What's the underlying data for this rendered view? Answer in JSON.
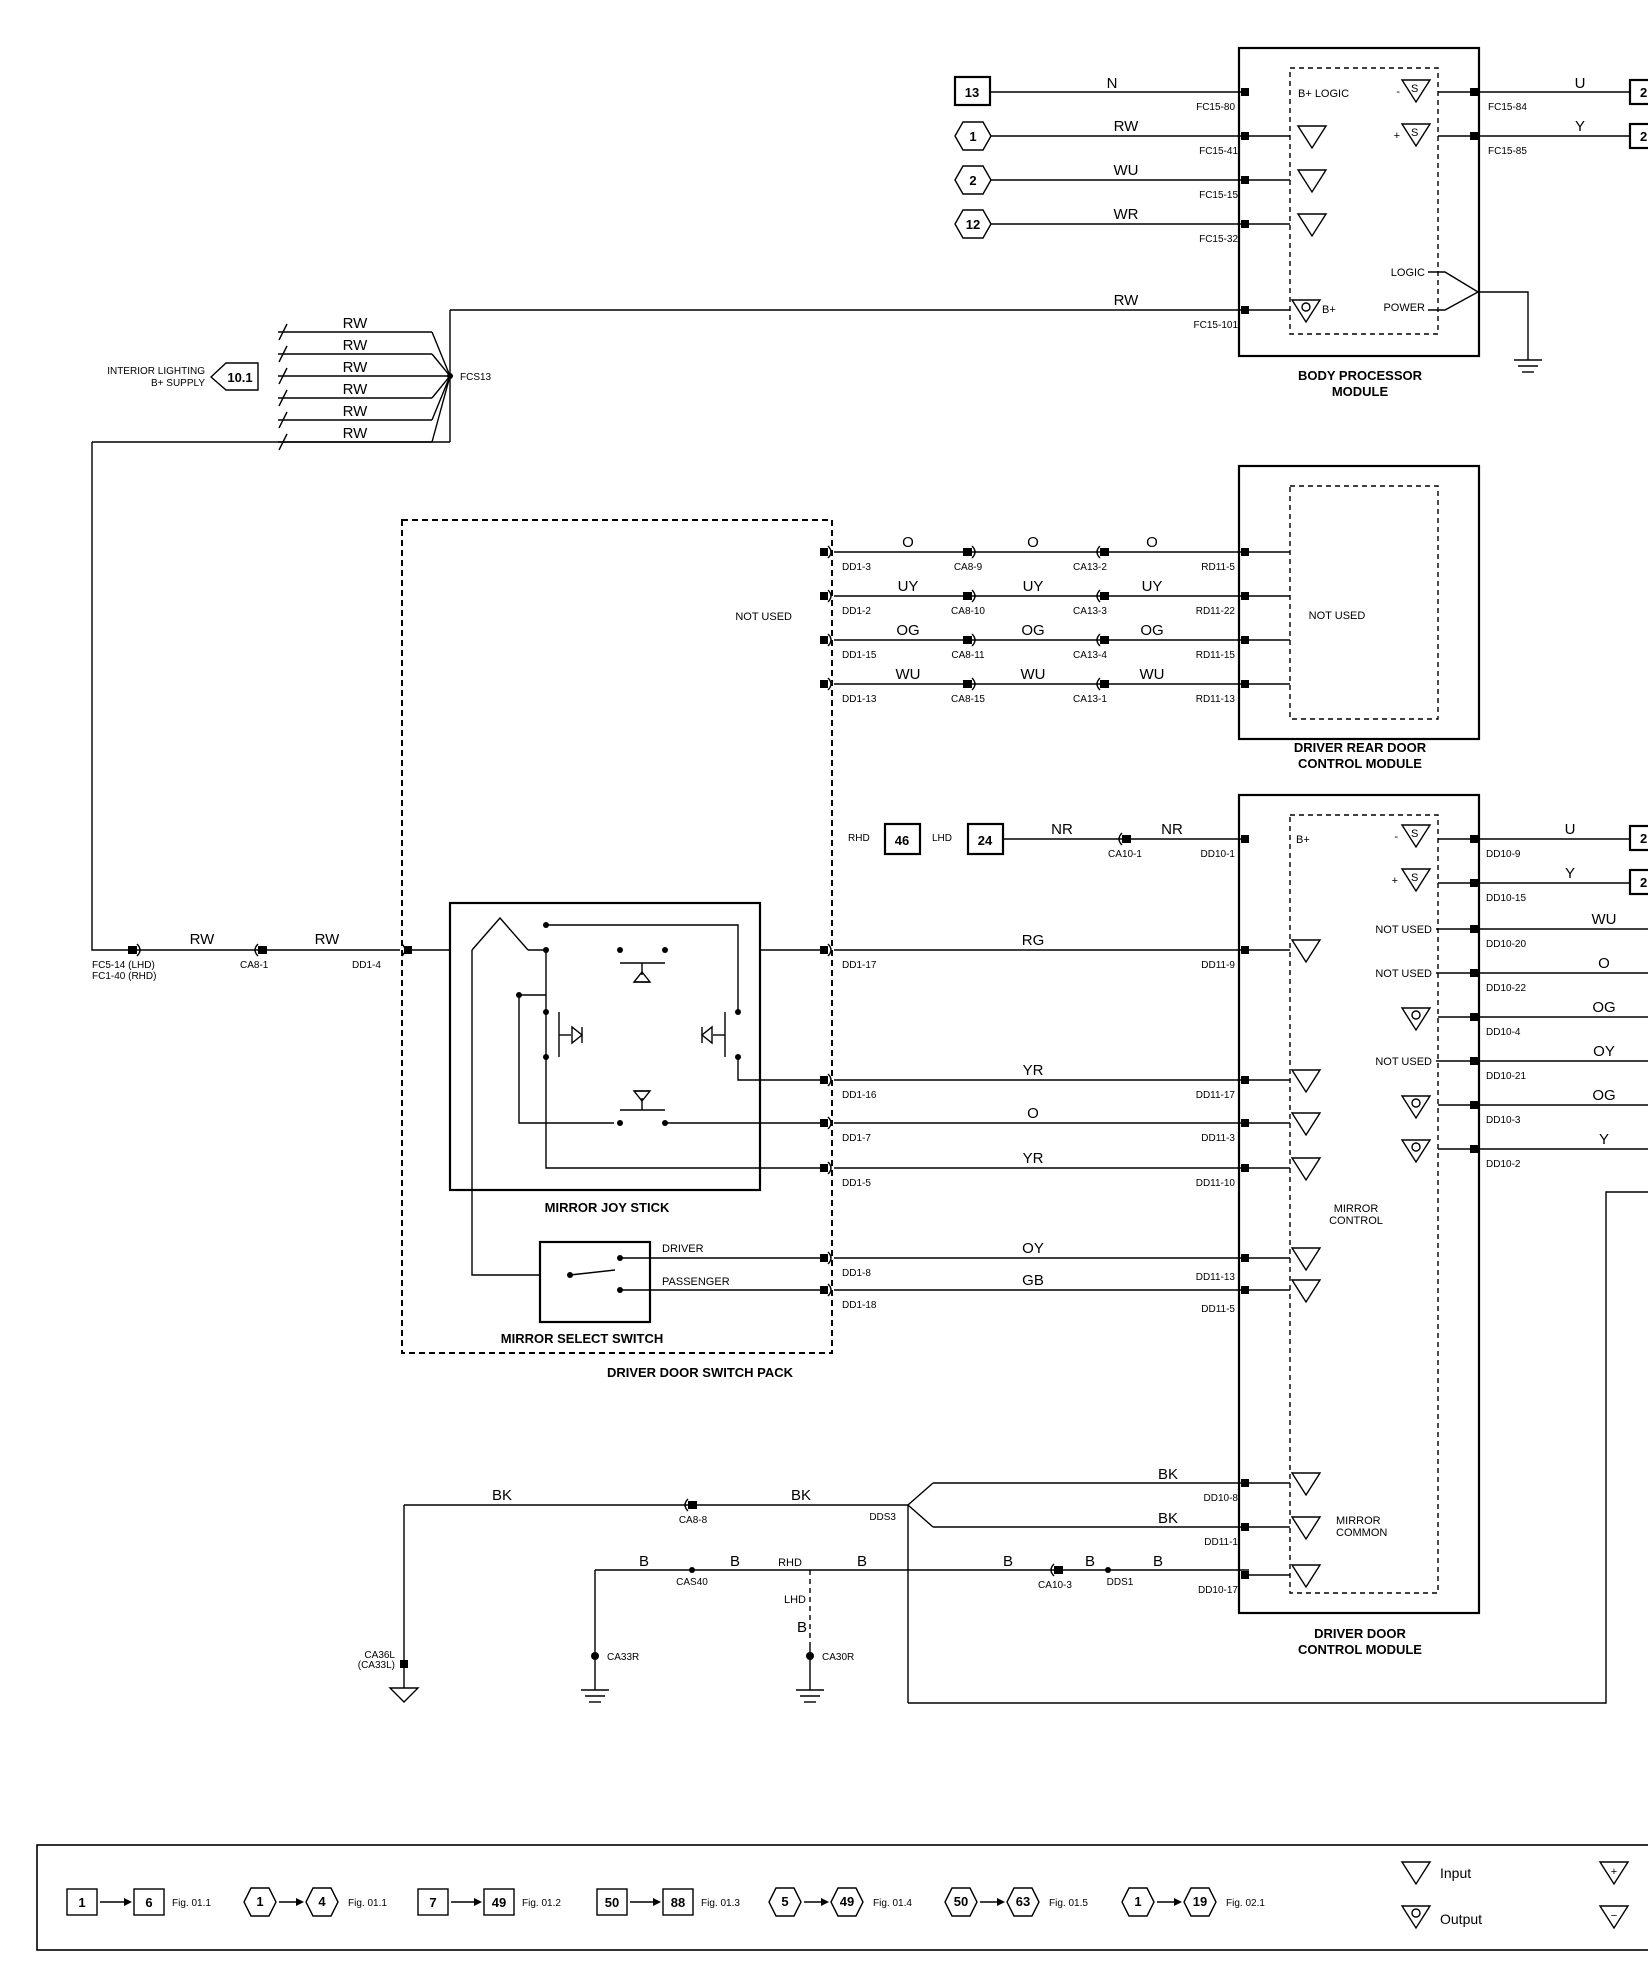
{
  "bpm": {
    "title1": "BODY PROCESSOR",
    "title2": "MODULE",
    "in_labels": [
      "B+ LOGIC",
      "LOGIC",
      "POWER",
      "B+"
    ],
    "rows": [
      {
        "ref": "13",
        "wire": "N",
        "conn": "FC15-80"
      },
      {
        "ref": "1",
        "wire": "RW",
        "conn": "FC15-41"
      },
      {
        "ref": "2",
        "wire": "WU",
        "conn": "FC15-15"
      },
      {
        "ref": "12",
        "wire": "WR",
        "conn": "FC15-32"
      }
    ],
    "out_rows": [
      {
        "sign": "-",
        "conn": "FC15-84",
        "wire": "U",
        "ref": "2"
      },
      {
        "sign": "+",
        "conn": "FC15-85",
        "wire": "Y",
        "ref": "2"
      }
    ],
    "b_plus_wire": "RW",
    "b_plus_conn": "FC15-101"
  },
  "splice": {
    "name": "FCS13",
    "label1": "INTERIOR LIGHTING",
    "label2": "B+ SUPPLY",
    "ref": "10.1",
    "wires": [
      "RW",
      "RW",
      "RW",
      "RW",
      "RW",
      "RW"
    ]
  },
  "feed": {
    "conn1_a": "FC5-14 (LHD)",
    "conn1_b": "FC1-40 (RHD)",
    "wire1": "RW",
    "conn2": "CA8-1",
    "wire2": "RW",
    "conn3": "DD1-4"
  },
  "rear": {
    "title1": "DRIVER REAR DOOR",
    "title2": "CONTROL MODULE",
    "not_used": "NOT USED",
    "left_not_used": "NOT USED",
    "rows": [
      {
        "c1": "DD1-3",
        "w": "O",
        "c2": "CA8-9",
        "c3": "CA13-2",
        "c4": "RD11-5"
      },
      {
        "c1": "DD1-2",
        "w": "UY",
        "c2": "CA8-10",
        "c3": "CA13-3",
        "c4": "RD11-22"
      },
      {
        "c1": "DD1-15",
        "w": "OG",
        "c2": "CA8-11",
        "c3": "CA13-4",
        "c4": "RD11-15"
      },
      {
        "c1": "DD1-13",
        "w": "WU",
        "c2": "CA8-15",
        "c3": "CA13-1",
        "c4": "RD11-13"
      }
    ]
  },
  "ddcm": {
    "title1": "DRIVER DOOR",
    "title2": "CONTROL MODULE",
    "rhd": "RHD",
    "ref_rhd": "46",
    "lhd": "LHD",
    "ref_lhd": "24",
    "nr_wire": "NR",
    "nr_conn": "CA10-1",
    "nr_pin": "DD10-1",
    "b_plus": "B+",
    "mirror_control1": "MIRROR",
    "mirror_control2": "CONTROL",
    "mirror_common1": "MIRROR",
    "mirror_common2": "COMMON",
    "rows": [
      {
        "left": "DD1-17",
        "wire": "RG",
        "pin": "DD11-9"
      },
      {
        "left": "DD1-16",
        "wire": "YR",
        "pin": "DD11-17"
      },
      {
        "left": "DD1-7",
        "wire": "O",
        "pin": "DD11-3"
      },
      {
        "left": "DD1-5",
        "wire": "YR",
        "pin": "DD11-10"
      },
      {
        "left": "DD1-8",
        "wire": "OY",
        "pin": "DD11-13"
      },
      {
        "left": "DD1-18",
        "wire": "GB",
        "pin": "DD11-5"
      }
    ],
    "outputs": [
      {
        "label": "",
        "sign": "-",
        "pin": "DD10-9",
        "wire": "U",
        "ref": "2"
      },
      {
        "label": "",
        "sign": "+",
        "pin": "DD10-15",
        "wire": "Y",
        "ref": "2"
      },
      {
        "label": "NOT USED",
        "sign": "",
        "pin": "DD10-20",
        "wire": "WU"
      },
      {
        "label": "NOT USED",
        "sign": "",
        "pin": "DD10-22",
        "wire": "O"
      },
      {
        "label": "",
        "sign": "o",
        "pin": "DD10-4",
        "wire": "OG"
      },
      {
        "label": "NOT USED",
        "sign": "",
        "pin": "DD10-21",
        "wire": "OY"
      },
      {
        "label": "",
        "sign": "o",
        "pin": "DD10-3",
        "wire": "OG"
      },
      {
        "label": "",
        "sign": "o",
        "pin": "DD10-2",
        "wire": "Y"
      }
    ],
    "ground_rows": [
      {
        "pin": "DD10-8",
        "wire": "BK"
      },
      {
        "pin": "DD11-1",
        "wire": "BK"
      },
      {
        "pin": "DD10-17",
        "wire": "B"
      }
    ]
  },
  "switch_pack": {
    "title": "DRIVER DOOR SWITCH PACK",
    "joystick": "MIRROR JOY STICK",
    "select": "MIRROR SELECT SWITCH",
    "driver": "DRIVER",
    "passenger": "PASSENGER"
  },
  "grounds": {
    "bk1": "BK",
    "ca8_8": "CA8-8",
    "bk2": "BK",
    "dds3": "DDS3",
    "ca36l": "CA36L",
    "ca33l": "(CA33L)",
    "b1": "B",
    "cas40": "CAS40",
    "b2": "B",
    "rhd": "RHD",
    "b3": "B",
    "lhd": "LHD",
    "b_lhd": "B",
    "b4": "B",
    "ca10_3": "CA10-3",
    "b5": "B",
    "dds1": "DDS1",
    "b6": "B",
    "ca33r": "CA33R",
    "ca30r": "CA30R"
  },
  "legend": {
    "items": [
      {
        "a": "1",
        "b": "6",
        "fig": "Fig. 01.1"
      },
      {
        "a": "1",
        "b": "4",
        "fig": "Fig. 01.1"
      },
      {
        "a": "7",
        "b": "49",
        "fig": "Fig. 01.2"
      },
      {
        "a": "50",
        "b": "88",
        "fig": "Fig. 01.3"
      },
      {
        "a": "5",
        "b": "49",
        "fig": "Fig. 01.4"
      },
      {
        "a": "50",
        "b": "63",
        "fig": "Fig. 01.5"
      },
      {
        "a": "1",
        "b": "19",
        "fig": "Fig. 02.1"
      }
    ],
    "input": "Input",
    "output": "Output"
  }
}
